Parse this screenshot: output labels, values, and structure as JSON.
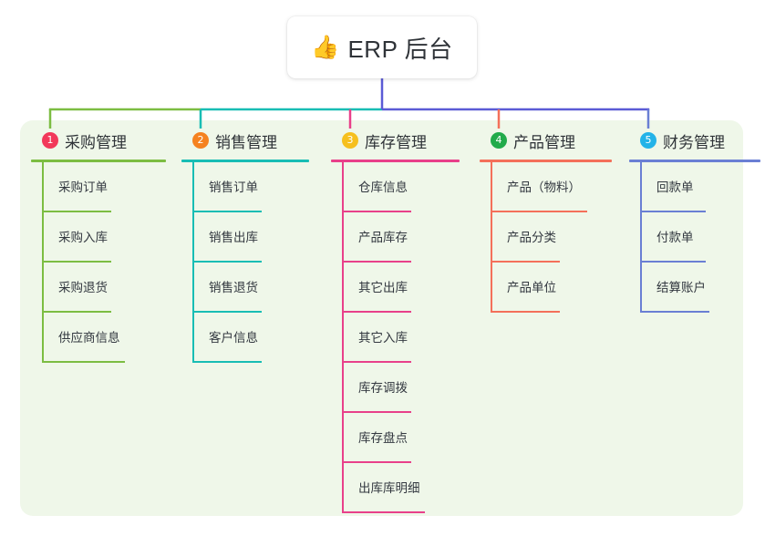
{
  "root": {
    "emoji": "👍",
    "emoji_name": "thumbs-up-icon",
    "title": "ERP 后台"
  },
  "canvas": {
    "panel_color": "#eff7e9",
    "background": "#ffffff",
    "root_link_color": "#5b5bd6"
  },
  "columns": [
    {
      "number": "1",
      "label": "采购管理",
      "color": "#7cbd42",
      "badge_color": "#f2385a",
      "items": [
        "采购订单",
        "采购入库",
        "采购退货",
        "供应商信息"
      ]
    },
    {
      "number": "2",
      "label": "销售管理",
      "color": "#18bdb4",
      "badge_color": "#f58220",
      "items": [
        "销售订单",
        "销售出库",
        "销售退货",
        "客户信息"
      ]
    },
    {
      "number": "3",
      "label": "库存管理",
      "color": "#e8408a",
      "badge_color": "#f6c01e",
      "items": [
        "仓库信息",
        "产品库存",
        "其它出库",
        "其它入库",
        "库存调拨",
        "库存盘点",
        "出库库明细"
      ]
    },
    {
      "number": "4",
      "label": "产品管理",
      "color": "#f4705a",
      "badge_color": "#22ab4b",
      "items": [
        "产品（物料）",
        "产品分类",
        "产品单位"
      ]
    },
    {
      "number": "5",
      "label": "财务管理",
      "color": "#6a7fd4",
      "badge_color": "#23b3e8",
      "items": [
        "回款单",
        "付款单",
        "结算账户"
      ]
    }
  ]
}
